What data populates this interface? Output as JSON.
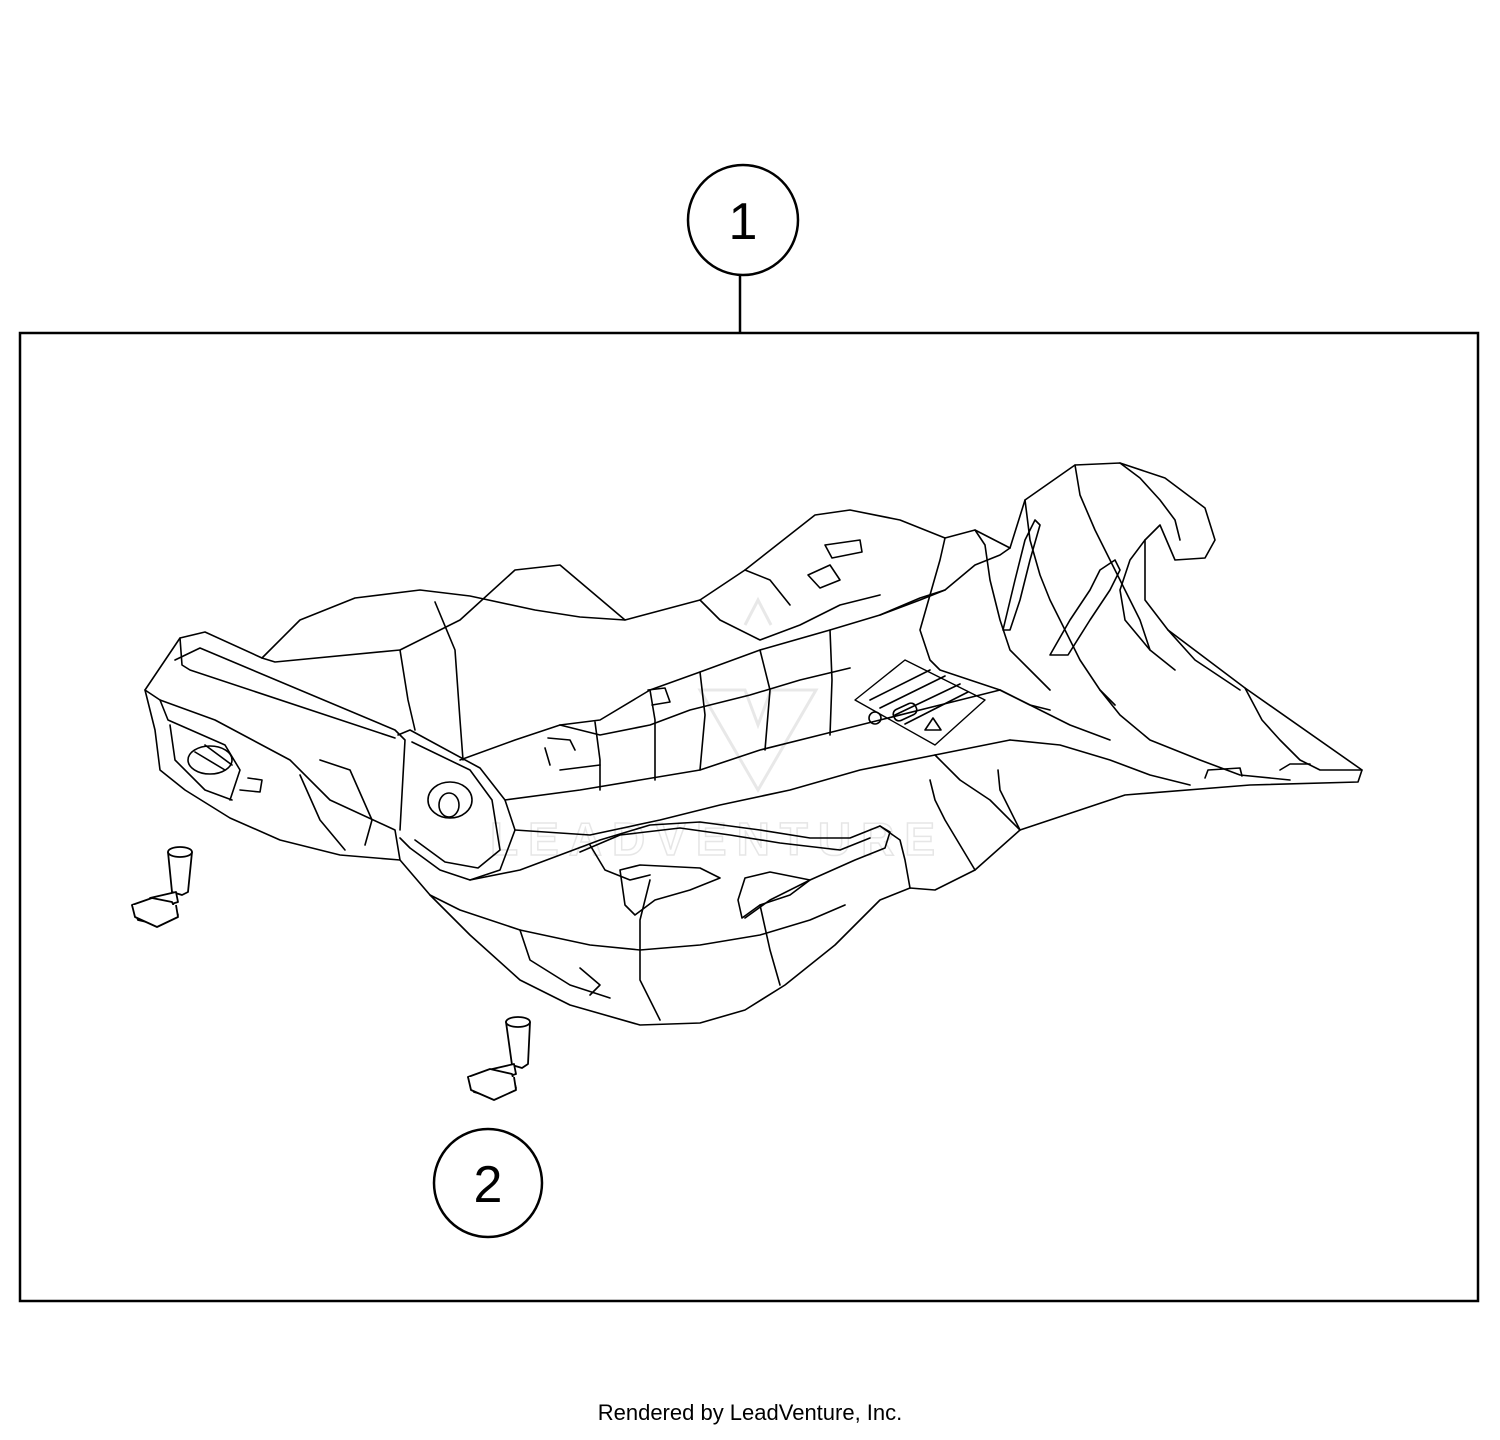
{
  "callouts": [
    {
      "label": "1"
    },
    {
      "label": "2"
    }
  ],
  "watermark": {
    "text": "LEADVENTURE"
  },
  "footer": {
    "text": "Rendered by LeadVenture, Inc."
  },
  "parts": {
    "skid_plate": {
      "icon": "skid-plate-drawing"
    },
    "bolt": {
      "icon": "flange-bolt-drawing",
      "count": 2
    }
  }
}
